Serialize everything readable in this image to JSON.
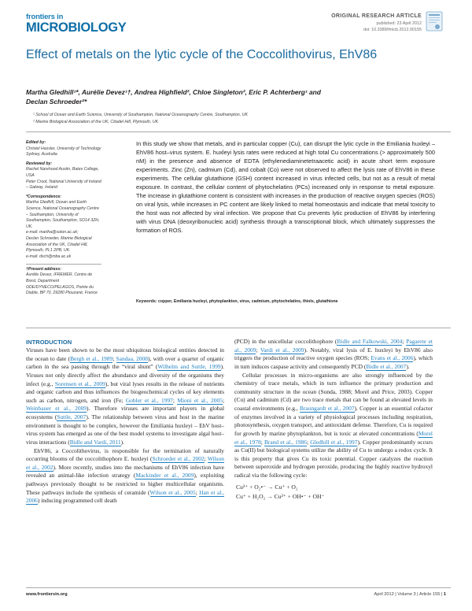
{
  "journal": {
    "logo_line1": "frontiers in",
    "logo_line2": "MICROBIOLOGY"
  },
  "article": {
    "type": "ORIGINAL RESEARCH ARTICLE",
    "published": "published: 23 April 2012",
    "doi": "doi: 10.3389/fmicb.2012.00155"
  },
  "title": "Effect of metals on the lytic cycle of the Coccolithovirus, EhV86",
  "authors_line1": "Martha Gledhill¹*, Aurélie Devez¹†, Andrea Highfield², Chloe Singleton², Eric P. Achterberg¹ and",
  "authors_line2": "Declan Schroeder²*",
  "affiliations": [
    "¹ School of Ocean and Earth Science, University of Southampton, National Oceanography Centre, Southampton, UK",
    "² Marine Biological Association of the UK, Citadel Hill, Plymouth, UK"
  ],
  "sidebar": {
    "edited_by_head": "Edited by:",
    "edited_by": "Christel Hassler, University of Technology Sydney, Australia",
    "reviewed_by_head": "Reviewed by:",
    "reviewer1": "Rachel Narehood Austin, Bates College, USA",
    "reviewer2": "Peter Croot, National University of Ireland – Galway, Ireland",
    "correspondence_head": "*Correspondence:",
    "correspondence1": "Martha Gledhill, Ocean and Earth Science, National Oceanography Centre – Southampton, University of Southampton, Southampton, SO14 3ZH, UK.",
    "email1": "e-mail: martha@soton.ac.uk;",
    "correspondence2": "Declan Schroeder, Marine Biological Association of the UK, Citadel Hill, Plymouth, PL1 2PB, UK.",
    "email2": "e-mail: dsch@mba.ac.uk",
    "present_address_head": "†Present address:",
    "present_address": "Aurélie Devez, IFREMER, Centre de Brest, Department ODE/DYNECO/PELAGOS, Pointe du Diable, BP 70, 29280 Plouzané, France"
  },
  "abstract": "In this study we show that metals, and in particular copper (Cu), can disrupt the lytic cycle in the Emiliania huxleyi – EhV86 host–virus system. E. huxleyi lysis rates were reduced at high total Cu concentrations (> approximately 500 nM) in the presence and absence of EDTA (ethylenediaminetetraacetic acid) in acute short term exposure experiments. Zinc (Zn), cadmium (Cd), and cobalt (Co) were not observed to affect the lysis rate of EhV86 in these experiments. The cellular glutathione (GSH) content increased in virus infected cells, but not as a result of metal exposure. In contrast, the cellular content of phytochelatins (PCs) increased only in response to metal exposure. The increase in glutathione content is consistent with increases in the production of reactive oxygen species (ROS) on viral lysis, while increases in PC content are likely linked to metal homeostasis and indicate that metal toxicity to the host was not affected by viral infection. We propose that Cu prevents lytic production of EhV86 by interfering with virus DNA (deoxyribonucleic acid) synthesis through a transcriptional block, which ultimately suppresses the formation of ROS.",
  "keywords_label": "Keywords:",
  "keywords": "copper, Emiliania huxleyi, phytoplankton, virus, cadmium, phytochelatins, thiols, glutathione",
  "left_column": {
    "heading": "INTRODUCTION",
    "p1_a": "Viruses have been shown to be the most ubiquitous biological entities detected in the ocean to date (",
    "p1_ref1": "Bergh et al., 1989",
    "p1_b": "; ",
    "p1_ref2": "Sandaa, 2008",
    "p1_c": "), with over a quarter of organic carbon in the sea passing through the “viral shunt” (",
    "p1_ref3": "Wilhelm and Suttle, 1999",
    "p1_d": "). Viruses not only directly affect the abundance and diversity of the organisms they infect (e.g., ",
    "p1_ref4": "Sorensen et al., 2009",
    "p1_e": "), but viral lyses results in the release of nutrients and organic carbon and thus influences the biogeochemical cycles of key elements such as carbon, nitrogen, and iron (Fe; ",
    "p1_ref5": "Gobler et al., 1997",
    "p1_f": "; ",
    "p1_ref6": "Mioni et al., 2005",
    "p1_g": "; ",
    "p1_ref7": "Weinbauer et al., 2009",
    "p1_h": "). Therefore viruses are important players in global ecosystems (",
    "p1_ref8": "Suttle, 2007",
    "p1_i": "). The relationship between virus and host in the marine environment is thought to be complex, however the Emiliania huxleyi – EhV host–virus system has emerged as one of the best model systems to investigate algal host–virus interactions (",
    "p1_ref9": "Bidle and Vardi, 2011",
    "p1_j": ").",
    "p2_a": "EhV86, a Coccolithovirus, is responsible for the termination of naturally occurring blooms of the coccolithophore E. huxleyi (",
    "p2_ref1": "Schroeder et al., 2002",
    "p2_b": "; ",
    "p2_ref2": "Wilson et al., 2002",
    "p2_c": "). More recently, studies into the mechanisms of EhV86 infection have revealed an animal-like infection strategy (",
    "p2_ref3": "Mackinder et al., 2009",
    "p2_d": "), exploiting pathways previously thought to be restricted to higher multicellular organisms. These pathways include the synthesis of ceramide (",
    "p2_ref4": "Wilson et al., 2005",
    "p2_e": "; ",
    "p2_ref5": "Han et al., 2006",
    "p2_f": ") inducing programmed cell death"
  },
  "right_column": {
    "p1_a": "(PCD) in the unicellular coccolithophore (",
    "p1_ref1": "Bidle and Falkowski, 2004",
    "p1_b": "; ",
    "p1_ref2": "Pagarete et al., 2009",
    "p1_c": "; ",
    "p1_ref3": "Vardi et al., 2009",
    "p1_d": "). Notably, viral lysis of E. huxleyi by EhV86 also triggers the production of reactive oxygen species (ROS; ",
    "p1_ref4": "Evans et al., 2006",
    "p1_e": "), which in turn induces caspase activity and consequently PCD (",
    "p1_ref5": "Bidle et al., 2007",
    "p1_f": ").",
    "p2_a": "Cellular processes in micro-organisms are also strongly influenced by the chemistry of trace metals, which in turn influence the primary production and community structure in the ocean (Sunda, 1988; Morel and Price, 2003). Copper (Cu) and cadmium (Cd) are two trace metals that can be found at elevated levels in coastal environments (e.g., ",
    "p2_ref1": "Braungardt et al., 2007",
    "p2_b": "). Copper is an essential cofactor of enzymes involved in a variety of physiological processes including respiration, photosynthesis, oxygen transport, and antioxidant defense. Therefore, Cu is required for growth by marine phytoplankton, but is toxic at elevated concentrations (",
    "p2_ref2": "Morel et al., 1978",
    "p2_c": "; ",
    "p2_ref3": "Brand et al., 1986",
    "p2_d": "; ",
    "p2_ref4": "Gledhill et al., 1997",
    "p2_e": "). Copper predominantly occurs as Cu(II) but biological systems utilize the ability of Cu to undergo a redox cycle. It is this property that gives Cu its toxic potential. Copper catalyzes the reaction between superoxide and hydrogen peroxide, producing the highly reactive hydroxyl radical via the following cycle:",
    "eq1": "Cu²⁺ + O₂•⁻ → Cu⁺ + O₂",
    "eq2": "Cu⁺ + H₂O₂ → Cu²⁺ + OH•⁻ + OH⁻"
  },
  "footer": {
    "website": "www.frontiersin.org",
    "info": "April 2012 | Volume 3 | Article 155 |",
    "page": "1"
  },
  "colors": {
    "title_blue": "#1a6aa0",
    "link_blue": "#1f7fc0",
    "logo_blue": "#0f6ea6"
  }
}
